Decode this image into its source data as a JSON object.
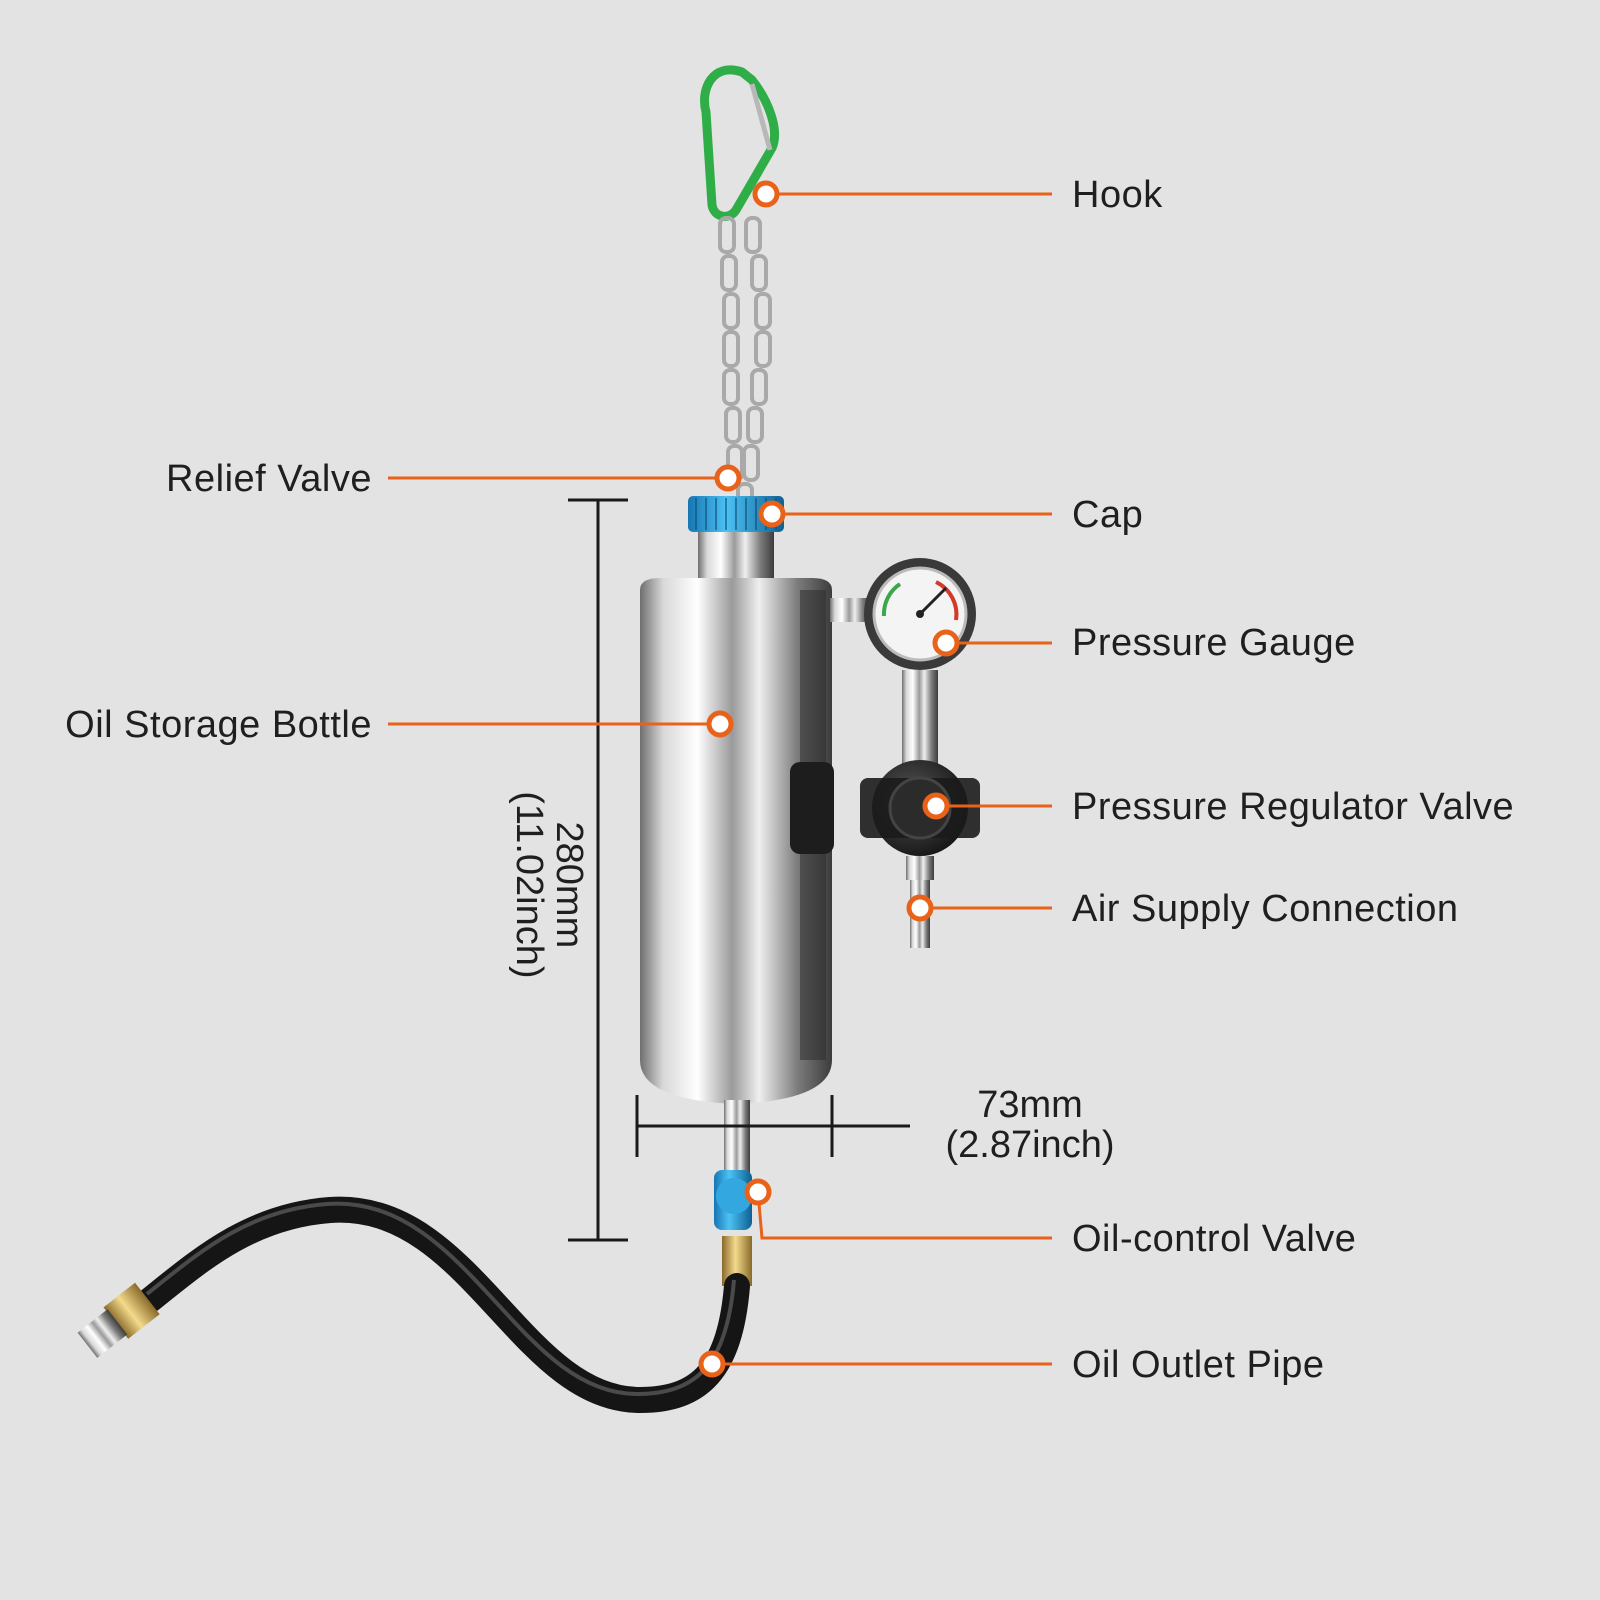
{
  "labels": {
    "hook": "Hook",
    "relief_valve": "Relief Valve",
    "cap": "Cap",
    "pressure_gauge": "Pressure Gauge",
    "oil_storage_bottle": "Oil Storage Bottle",
    "pressure_regulator_valve": "Pressure Regulator Valve",
    "air_supply_connection": "Air Supply Connection",
    "oil_control_valve": "Oil-control Valve",
    "oil_outlet_pipe": "Oil Outlet Pipe"
  },
  "dimensions": {
    "height_mm": "280mm",
    "height_inch": "(11.02inch)",
    "width_mm": "73mm",
    "width_inch": "(2.87inch)"
  },
  "colors": {
    "background": "#e3e3e3",
    "callout": "#e8621a",
    "cap": "#2aa4e0",
    "hook": "#33b34a"
  }
}
